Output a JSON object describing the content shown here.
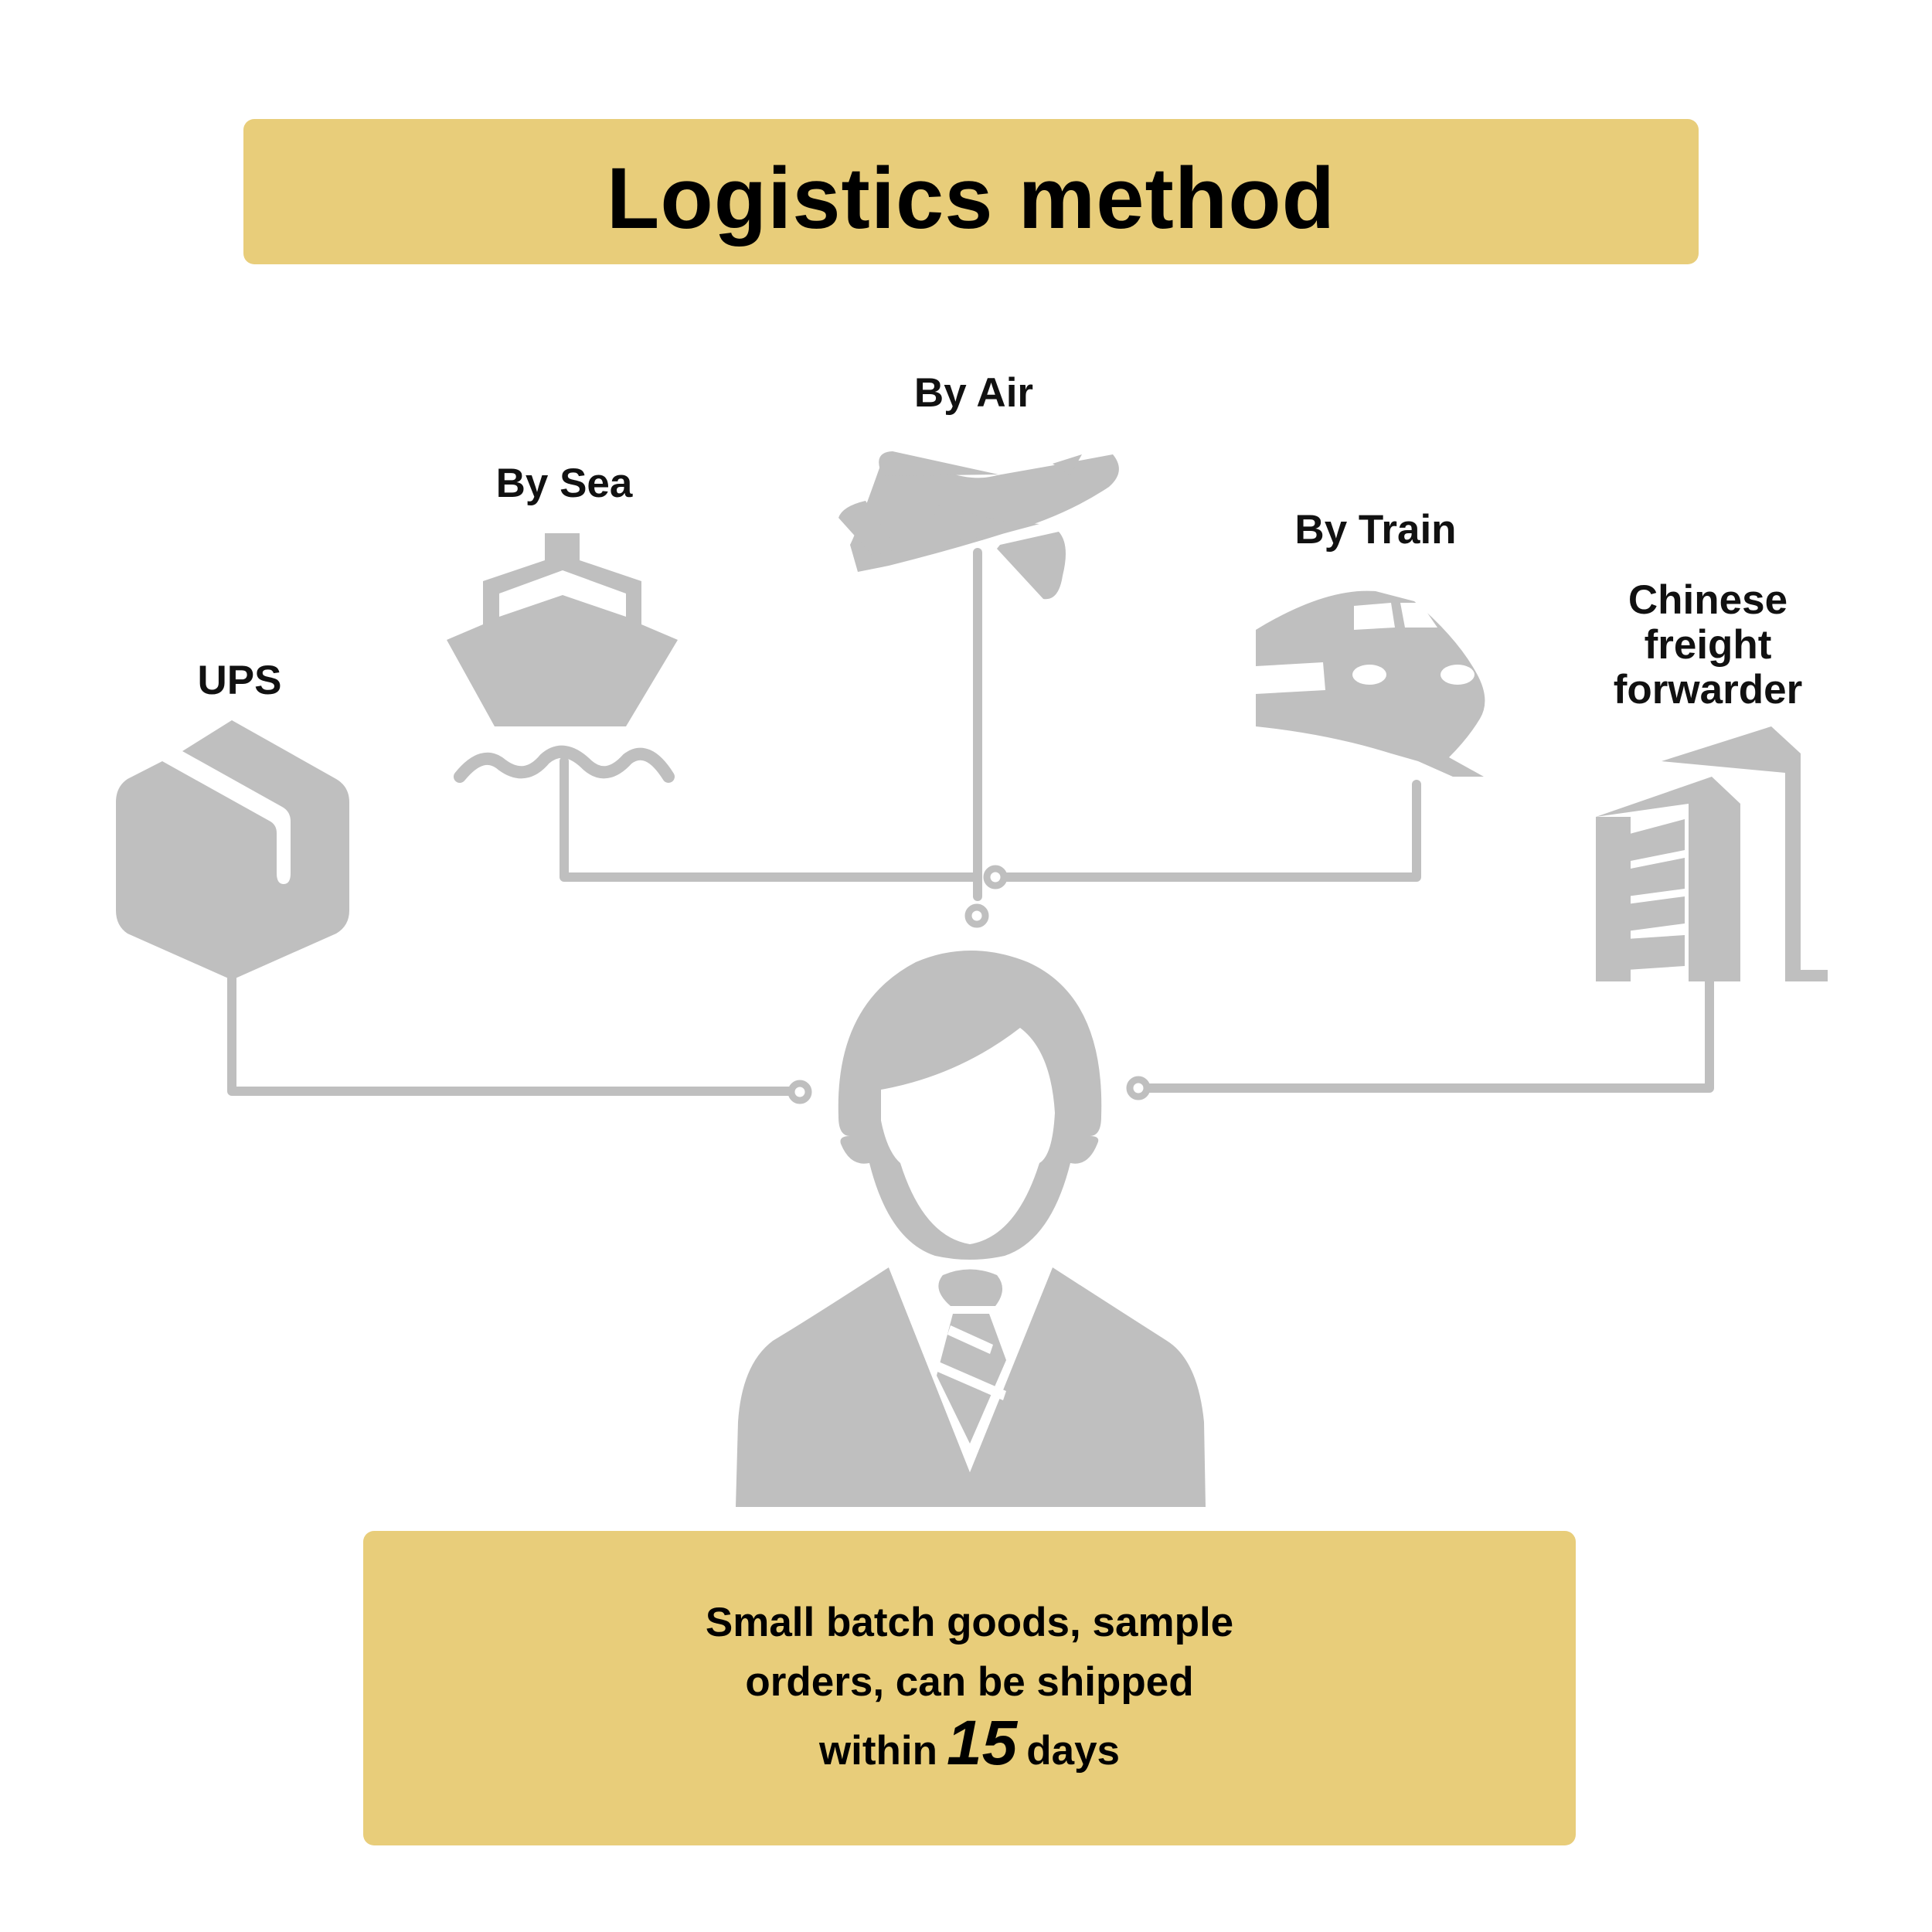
{
  "title": "Logistics method",
  "methods": {
    "ups": "UPS",
    "sea": "By Sea",
    "air": "By Air",
    "train": "By Train",
    "forwarder_line1": "Chinese",
    "forwarder_line2": "freight",
    "forwarder_line3": "forwarder"
  },
  "info": {
    "line1": "Small batch goods, sample",
    "line2": "orders, can be shipped",
    "line3_pre": "within",
    "line3_num": "15",
    "line3_post": "days"
  },
  "colors": {
    "banner": "#E8CD7A",
    "icon": "#BFBFBF",
    "text": "#000000"
  },
  "icons": [
    "box-icon",
    "ship-icon",
    "airplane-icon",
    "train-icon",
    "building-icon",
    "businessman-icon"
  ]
}
